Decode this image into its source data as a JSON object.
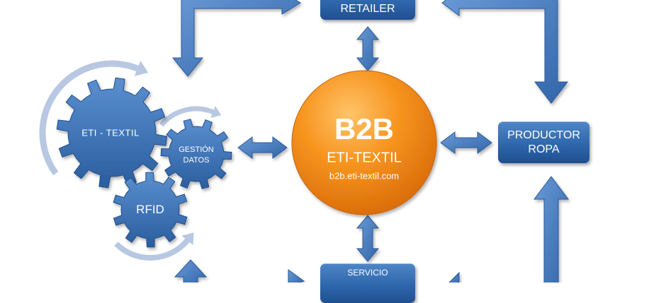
{
  "diagram": {
    "center": {
      "title": "B2B",
      "subtitle": "ETI-TEXTIL",
      "url": "b2b.eti-textil.com"
    },
    "boxes": {
      "retailer": "RETAILER",
      "productor_line1": "PRODUCTOR",
      "productor_line2": "ROPA",
      "servicio": "SERVICIO"
    },
    "gears": {
      "eti_textil": "ETI - TEXTIL",
      "gestion_line1": "GESTIÓN",
      "gestion_line2": "DATOS",
      "rfid": "RFID"
    },
    "colors": {
      "box_blue": "#2f67ad",
      "gear_blue": "#3a73b5",
      "arrow_blue": "#4a7fc0",
      "circle_orange": "#f28a1d",
      "cycle_arrow": "#b8c8e2"
    }
  }
}
